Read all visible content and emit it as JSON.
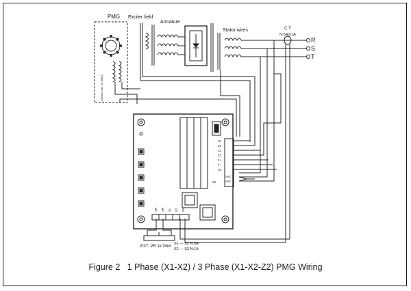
{
  "labels": {
    "pmg": "PMG",
    "exciter_field": "Exciter field",
    "armature": "Armature",
    "stator_wires": "Stator wires",
    "ct": "C.T",
    "ct_ratio": "N:5Aor1A",
    "phase_r": "R",
    "phase_s": "S",
    "phase_t": "T",
    "pmg_rating": "230VAC max. 90-150HZ",
    "ext_vr": "EXT. VR 1k Ohm",
    "s_row1": "S1 — S2 N:5A",
    "s_row2": "S2 — S3 N:1A"
  },
  "terminals": [
    "X1",
    "Z1",
    "X2",
    "Z2",
    "F+",
    "F-",
    "S1",
    "VAC",
    "VAC"
  ],
  "bottom_terminals": [
    "VR",
    "VR",
    "S1",
    "S2",
    "S3"
  ],
  "side_label": "S2",
  "caption": {
    "figure": "Figure 2",
    "text": "1 Phase (X1-X2) / 3 Phase (X1-X2-Z2) PMG Wiring"
  }
}
